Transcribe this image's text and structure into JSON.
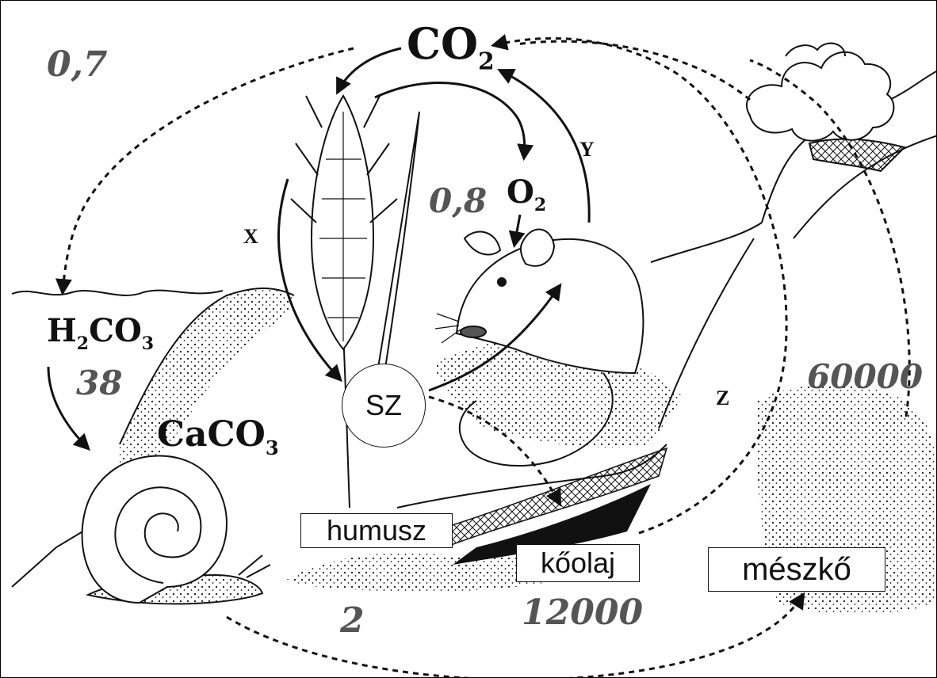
{
  "compounds": {
    "co2": {
      "main": "CO",
      "sub": "2"
    },
    "o2": {
      "main": "O",
      "sub": "2"
    },
    "h2co3": {
      "a": "H",
      "sub1": "2",
      "b": "CO",
      "sub2": "3"
    },
    "caco3": {
      "main": "CaCO",
      "sub": "3"
    }
  },
  "quantities": {
    "atmosphere": "0,7",
    "living": "0,8",
    "water": "38",
    "humus": "2",
    "oil": "12000",
    "limestone": "60000"
  },
  "process_labels": {
    "x": "X",
    "y": "Y",
    "z": "Z"
  },
  "center_node": "SZ",
  "reservoirs": {
    "humus": "humusz",
    "oil": "kőolaj",
    "limestone": "mészkő"
  },
  "colors": {
    "line": "#111111",
    "number": "#555555",
    "background": "#ffffff"
  }
}
